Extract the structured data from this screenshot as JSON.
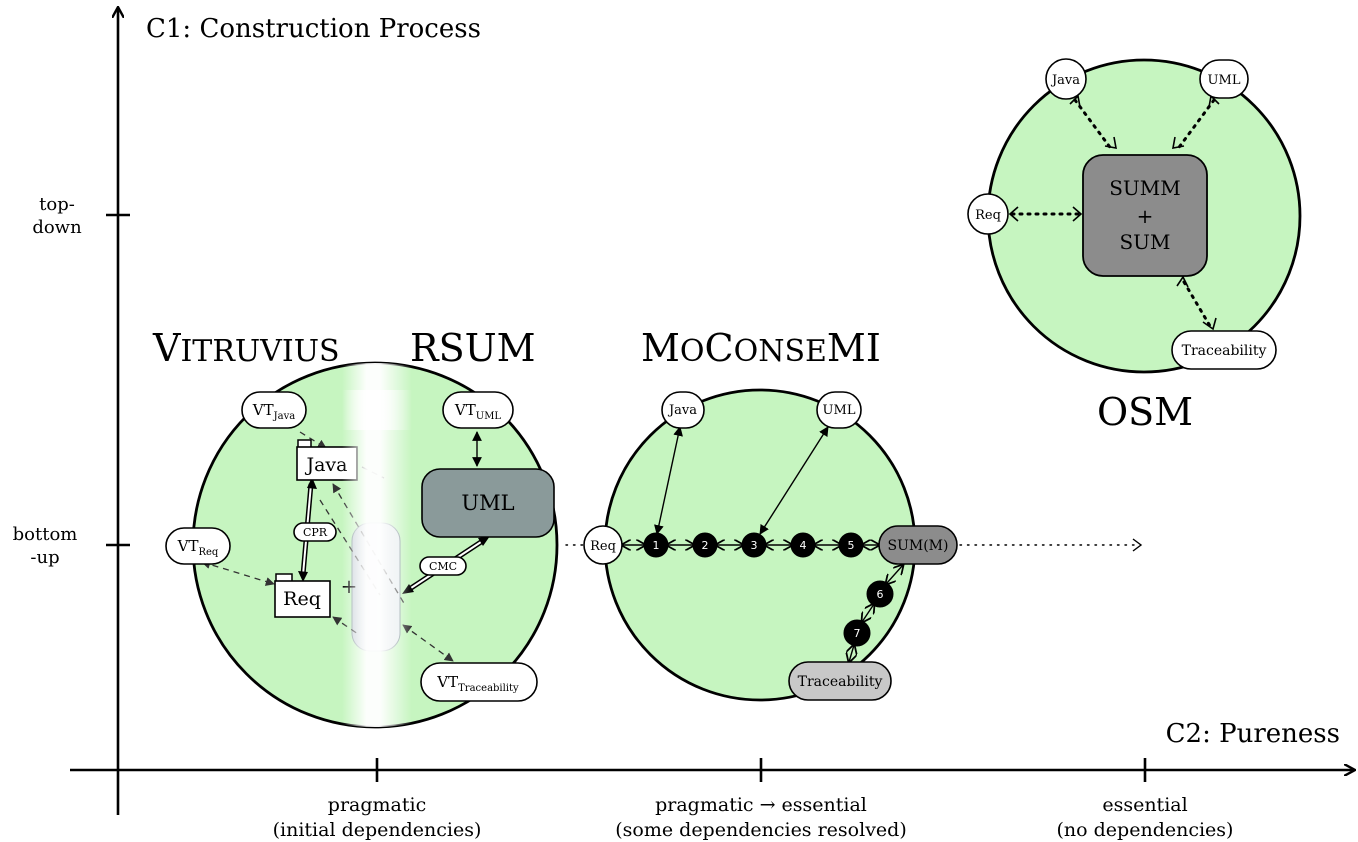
{
  "axes": {
    "y_title": "C1: Construction Process",
    "x_title": "C2: Pureness",
    "y_ticks": [
      {
        "line1": "top-",
        "line2": "down"
      },
      {
        "line1": "bottom",
        "line2": "-up"
      }
    ],
    "x_ticks": [
      {
        "line1": "pragmatic",
        "line2": "(initial dependencies)"
      },
      {
        "line1": "pragmatic → essential",
        "line2": "(some dependencies resolved)"
      },
      {
        "line1": "essential",
        "line2": "(no dependencies)"
      }
    ]
  },
  "approaches": {
    "vitruvius": {
      "title_cap": "V",
      "title_rest": "ITRUVIUS",
      "vt_java": "VT",
      "vt_java_sub": "Java",
      "vt_req": "VT",
      "vt_req_sub": "Req",
      "java": "Java",
      "req": "Req",
      "cpr": "CPR",
      "plus": "+"
    },
    "rsum": {
      "title": "RSUM",
      "vt_uml": "VT",
      "vt_uml_sub": "UML",
      "uml": "UML",
      "cmc": "CMC",
      "vt_traceability": "VT",
      "vt_traceability_sub": "Traceability"
    },
    "moconsemi": {
      "title_parts": [
        {
          "text": "M",
          "big": true
        },
        {
          "text": "O",
          "big": false
        },
        {
          "text": "C",
          "big": true
        },
        {
          "text": "ONSE",
          "big": false
        },
        {
          "text": "MI",
          "big": true
        }
      ],
      "java": "Java",
      "uml": "UML",
      "req": "Req",
      "steps": [
        "1",
        "2",
        "3",
        "4",
        "5",
        "6",
        "7"
      ],
      "sum_m": "SUM(M)",
      "traceability": "Traceability"
    },
    "osm": {
      "title": "OSM",
      "java": "Java",
      "uml": "UML",
      "req": "Req",
      "core_line1": "SUMM",
      "core_line2": "+",
      "core_line3": "SUM",
      "traceability": "Traceability"
    }
  },
  "colors": {
    "circle_fill": "#c6f5c0",
    "uml_box": "#8a9a9a",
    "sum_box": "#8c8c8c",
    "sum_m_box": "#8c8c8c",
    "traceability_box": "#c8c8c8"
  }
}
